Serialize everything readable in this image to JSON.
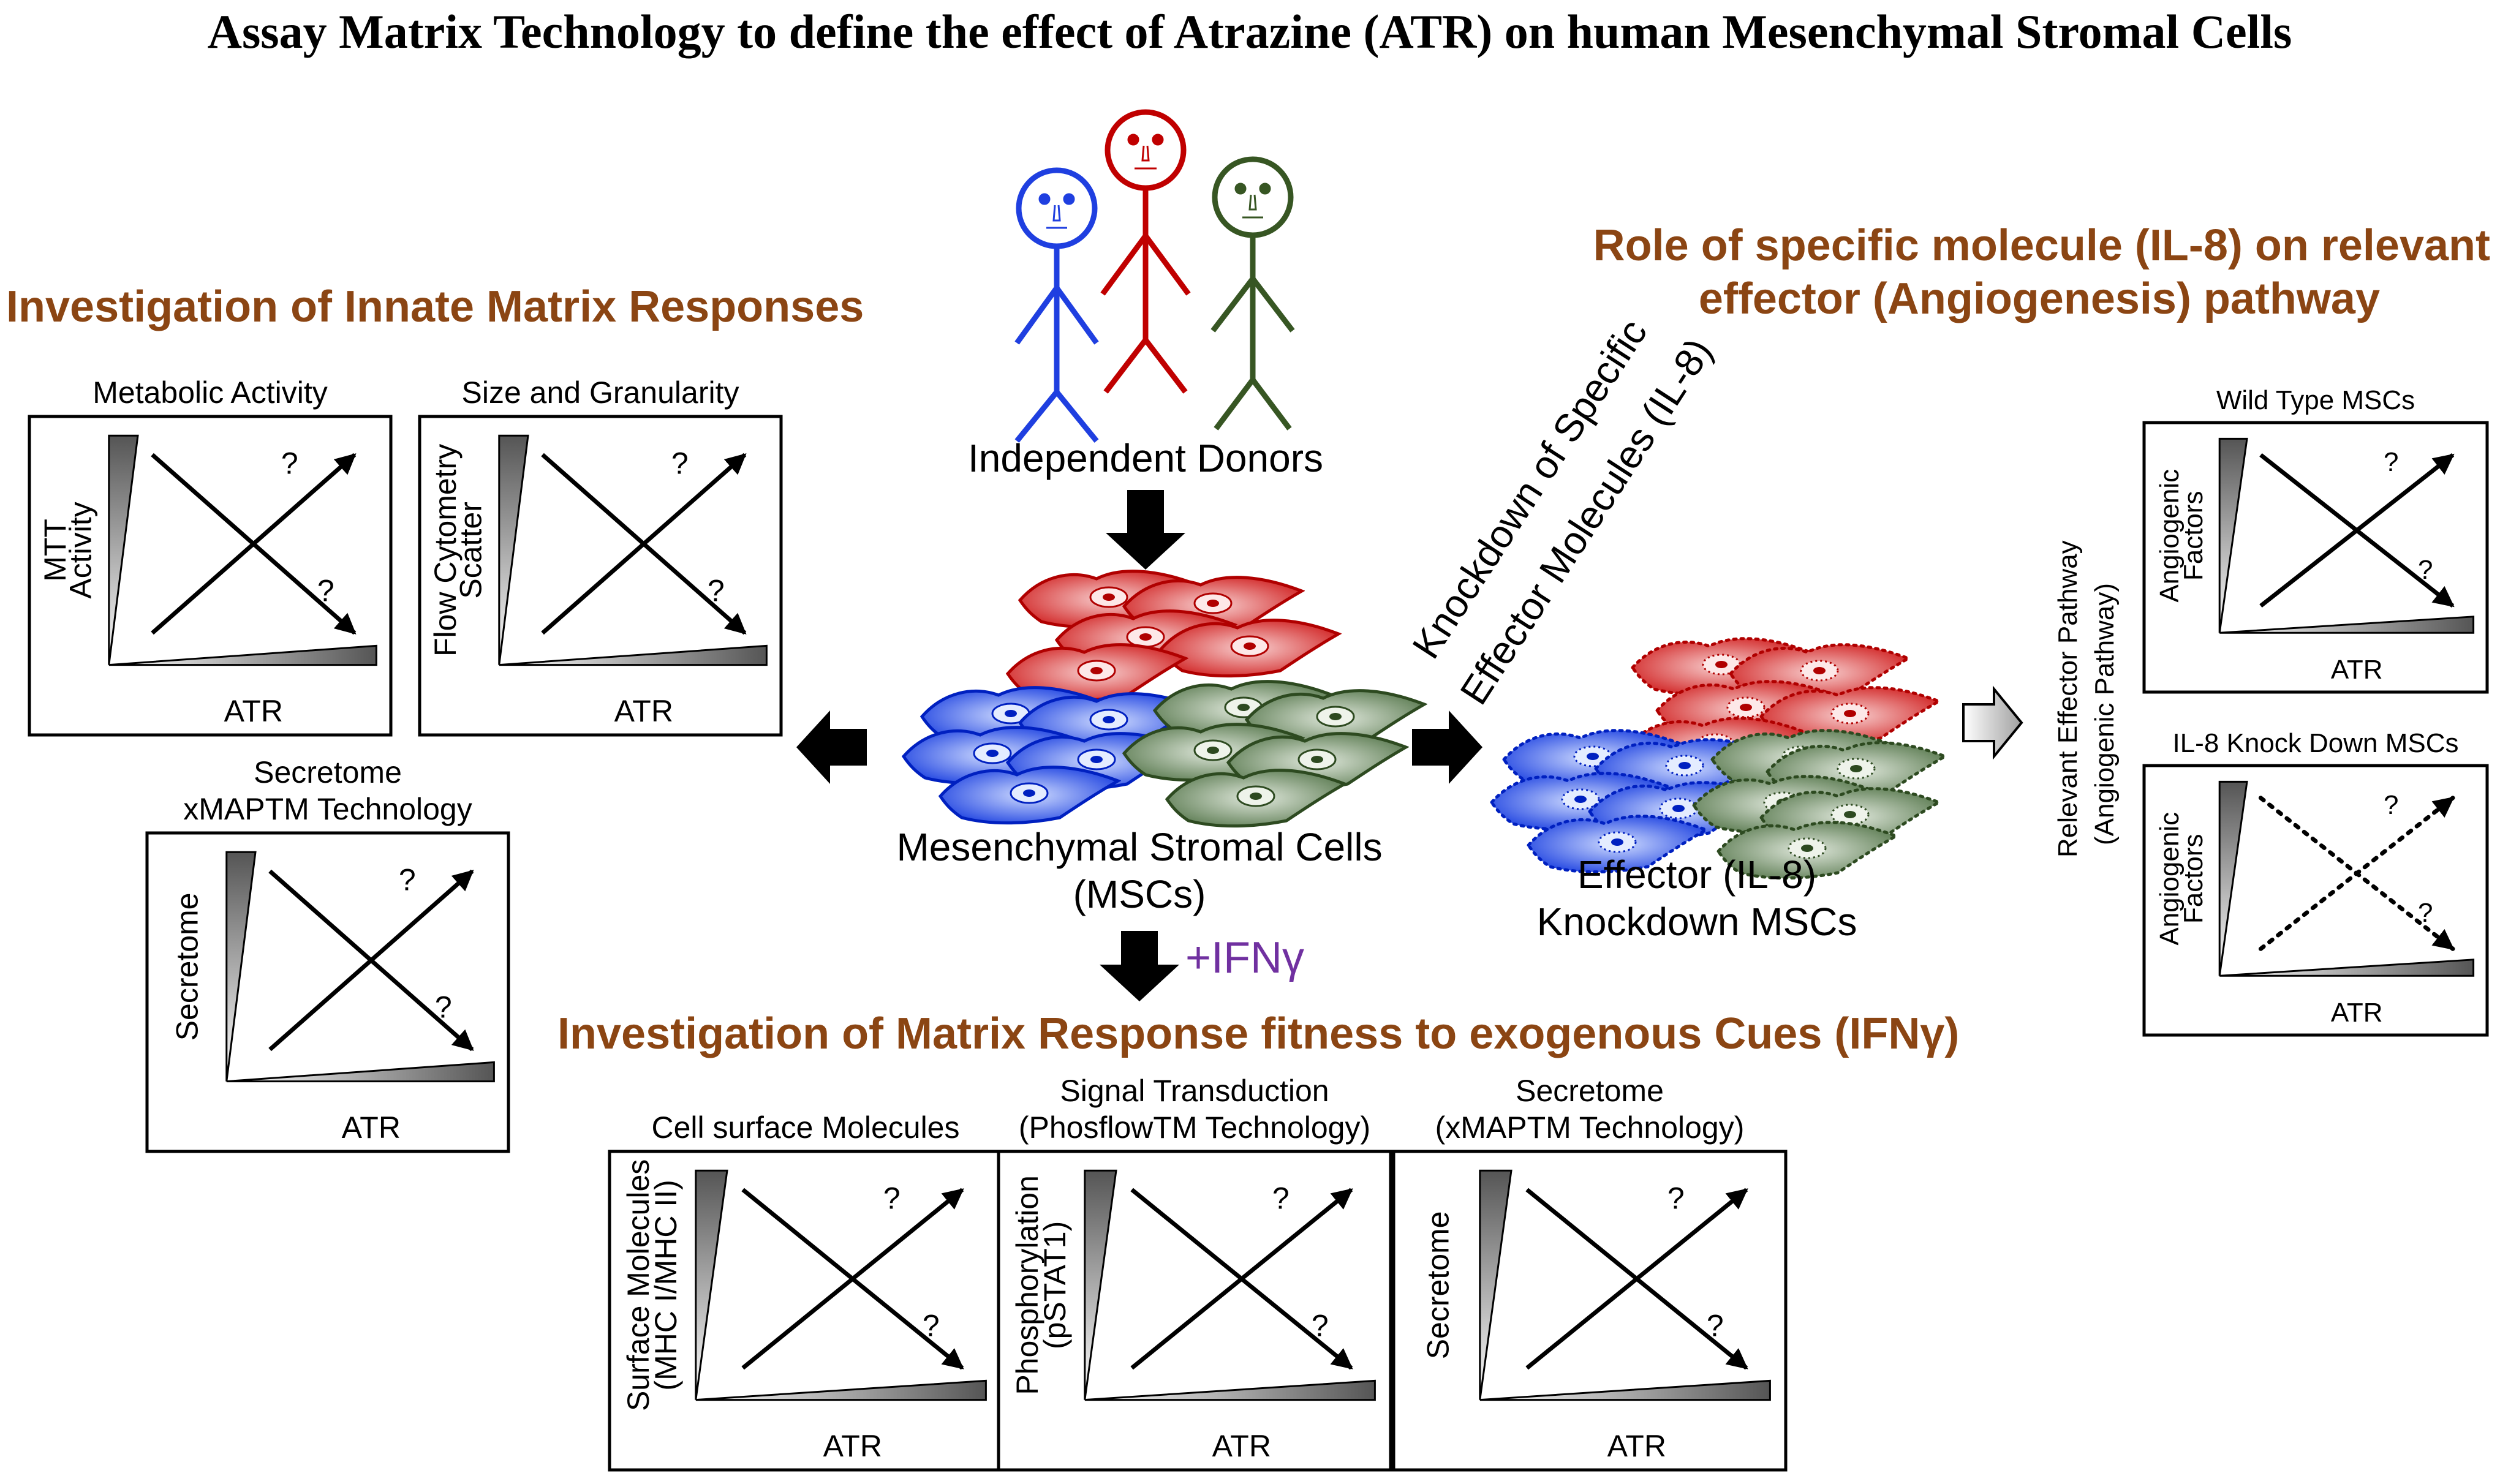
{
  "title": "Assay Matrix Technology to define the effect of Atrazine (ATR) on human Mesenchymal Stromal Cells",
  "sections": {
    "innate": "Investigation of Innate Matrix Responses",
    "role_line1": "Role of specific molecule (IL-8) on relevant",
    "role_line2": "effector (Angiogenesis) pathway",
    "exogenous": "Investigation of Matrix Response fitness to exogenous Cues (IFNγ)"
  },
  "center": {
    "donors": "Independent Donors",
    "msc_line1": "Mesenchymal Stromal Cells",
    "msc_line2": "(MSCs)",
    "ifn": "+IFNγ",
    "knockdown_line1": "Knockdown of Specific",
    "knockdown_line2": "Effector Molecules (IL-8)",
    "effector_line1": "Effector (IL-8)",
    "effector_line2": "Knockdown MSCs",
    "pathway_line1": "Relevant Effector Pathway",
    "pathway_line2": "(Angiogenic Pathway)"
  },
  "donor_colors": [
    "#1F3FE0",
    "#C00000",
    "#375623"
  ],
  "panels": {
    "metabolic": {
      "title": "Metabolic Activity",
      "ylabel1": "MTT",
      "ylabel2": "Activity",
      "xlabel": "ATR",
      "q": "?"
    },
    "size": {
      "title": "Size and Granularity",
      "ylabel1": "Flow Cytometry",
      "ylabel2": "Scatter",
      "xlabel": "ATR",
      "q": "?"
    },
    "secretome1": {
      "title1": "Secretome",
      "title2": "xMAPTM Technology",
      "ylabel1": "Secretome",
      "xlabel": "ATR",
      "q": "?"
    },
    "surface": {
      "title": "Cell surface Molecules",
      "ylabel1": "Surface Molecules",
      "ylabel2": "(MHC I/MHC II)",
      "xlabel": "ATR",
      "q": "?"
    },
    "signal": {
      "title1": "Signal Transduction",
      "title2": "(PhosflowTM Technology)",
      "ylabel1": "Phosphorylation",
      "ylabel2": "(pSTAT1)",
      "xlabel": "ATR",
      "q": "?"
    },
    "secretome2": {
      "title1": "Secretome",
      "title2": "(xMAPTM Technology)",
      "ylabel1": "Secretome",
      "xlabel": "ATR",
      "q": "?"
    },
    "wildtype": {
      "title": "Wild Type MSCs",
      "ylabel1": "Angiogenic",
      "ylabel2": "Factors",
      "xlabel": "ATR",
      "q": "?"
    },
    "knockdown": {
      "title": "IL-8 Knock Down MSCs",
      "ylabel1": "Angiogenic",
      "ylabel2": "Factors",
      "xlabel": "ATR",
      "q": "?"
    }
  }
}
